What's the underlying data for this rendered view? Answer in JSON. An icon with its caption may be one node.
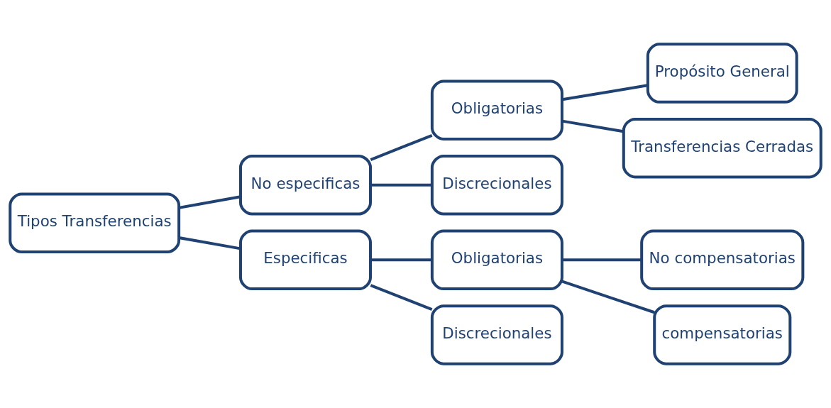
{
  "diagram": {
    "nodes": [
      {
        "text": [
          "Tipos Transferencias"
        ]
      },
      {
        "text": [
          "No especificas"
        ]
      },
      {
        "text": [
          "Obligatorias"
        ]
      },
      {
        "text": [
          "Propósito General"
        ]
      },
      {
        "text": [
          "Transferencias Cerradas"
        ]
      },
      {
        "text": [
          "Discrecionales"
        ]
      },
      {
        "text": [
          "Especificas"
        ]
      },
      {
        "text": [
          "Obligatorias"
        ]
      },
      {
        "text": [
          "No compensatorias"
        ]
      },
      {
        "text": [
          "compensatorias"
        ]
      },
      {
        "text": [
          "Discrecionales"
        ]
      }
    ],
    "edges": [
      {
        "from": 0,
        "to": 1,
        "arrow": "none"
      },
      {
        "from": 0,
        "to": 6,
        "arrow": "none"
      },
      {
        "from": 1,
        "to": 2,
        "arrow": "none"
      },
      {
        "from": 1,
        "to": 5,
        "arrow": "none"
      },
      {
        "from": 2,
        "to": 3,
        "arrow": "none"
      },
      {
        "from": 2,
        "to": 4,
        "arrow": "none"
      },
      {
        "from": 6,
        "to": 7,
        "arrow": "none"
      },
      {
        "from": 6,
        "to": 10,
        "arrow": "none"
      },
      {
        "from": 7,
        "to": 8,
        "arrow": "none"
      },
      {
        "from": 7,
        "to": 9,
        "arrow": "none"
      }
    ]
  }
}
